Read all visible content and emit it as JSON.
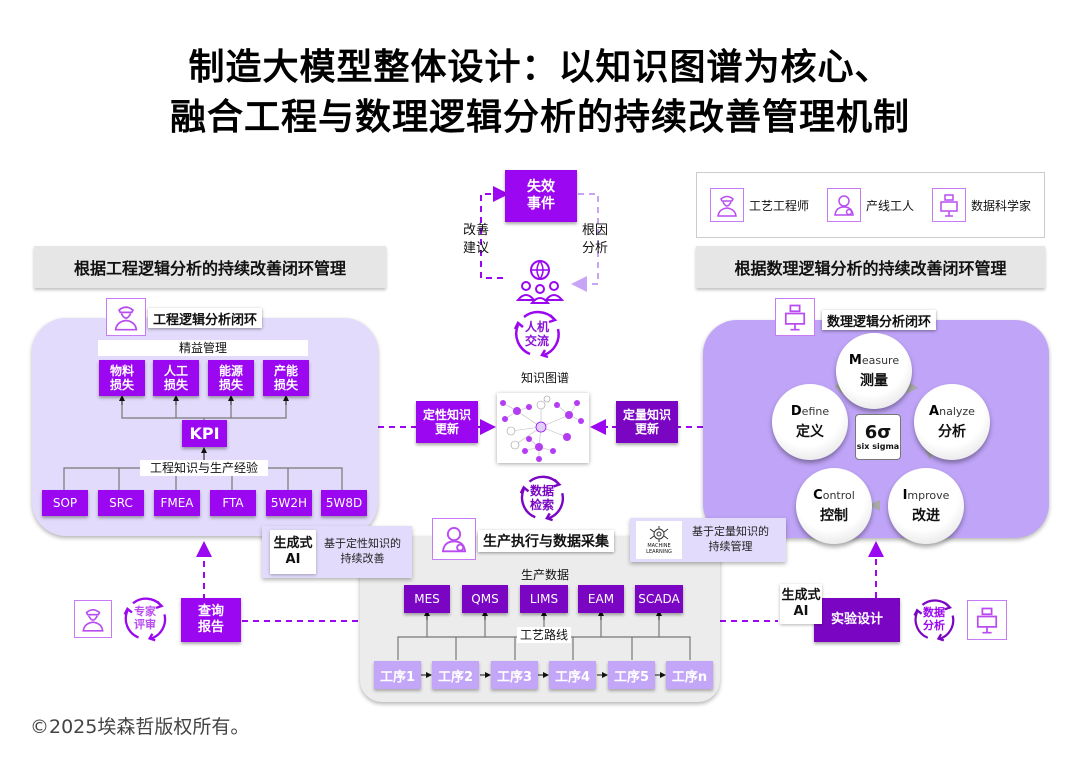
{
  "title": {
    "line1": "制造大模型整体设计：以知识图谱为核心、",
    "line2": "融合工程与数理逻辑分析的持续改善管理机制"
  },
  "legend": {
    "items": [
      {
        "icon": "engineer-icon",
        "label": "工艺工程师"
      },
      {
        "icon": "worker-icon",
        "label": "产线工人"
      },
      {
        "icon": "data-scientist-icon",
        "label": "数据科学家"
      }
    ]
  },
  "left_section": {
    "header": "根据工程逻辑分析的持续改善闭环管理",
    "loop_title": "工程逻辑分析闭环",
    "lean_label": "精益管理",
    "losses": [
      {
        "line1": "物料",
        "line2": "损失"
      },
      {
        "line1": "人工",
        "line2": "损失"
      },
      {
        "line1": "能源",
        "line2": "损失"
      },
      {
        "line1": "产能",
        "line2": "损失"
      }
    ],
    "kpi": "KPI",
    "knowledge_label": "工程知识与生产经验",
    "tools": [
      "SOP",
      "SRC",
      "FMEA",
      "FTA",
      "5W2H",
      "5W8D"
    ]
  },
  "right_section": {
    "header": "根据数理逻辑分析的持续改善闭环管理",
    "loop_title": "数理逻辑分析闭环",
    "dmaic": [
      {
        "letter": "M",
        "rest": "easure",
        "zh": "测量"
      },
      {
        "letter": "A",
        "rest": "nalyze",
        "zh": "分析"
      },
      {
        "letter": "I",
        "rest": "mprove",
        "zh": "改进"
      },
      {
        "letter": "C",
        "rest": "ontrol",
        "zh": "控制"
      },
      {
        "letter": "D",
        "rest": "efine",
        "zh": "定义"
      }
    ],
    "six_sigma_symbol": "6σ",
    "six_sigma_label": "six sigma"
  },
  "center": {
    "failure_event": {
      "line1": "失效",
      "line2": "事件"
    },
    "improve_suggestion": {
      "line1": "改善",
      "line2": "建议"
    },
    "root_cause": {
      "line1": "根因",
      "line2": "分析"
    },
    "human_machine": {
      "line1": "人机",
      "line2": "交流"
    },
    "kg_label": "知识图谱",
    "qualitative_update": {
      "line1": "定性知识",
      "line2": "更新"
    },
    "quantitative_update": {
      "line1": "定量知识",
      "line2": "更新"
    },
    "data_retrieval": {
      "line1": "数据",
      "line2": "检索"
    }
  },
  "bottom_section": {
    "title": "生产执行与数据采集",
    "data_label": "生产数据",
    "systems": [
      "MES",
      "QMS",
      "LIMS",
      "EAM",
      "SCADA"
    ],
    "route_label": "工艺路线",
    "steps": [
      "工序1",
      "工序2",
      "工序3",
      "工序4",
      "工序5",
      "工序n"
    ]
  },
  "gen_ai_left": {
    "tag": {
      "line1": "生成式",
      "line2": "AI"
    },
    "desc": {
      "line1": "基于定性知识的",
      "line2": "持续改善"
    }
  },
  "ml_right": {
    "icon_label1": "MACHINE",
    "icon_label2": "LEARNING",
    "desc": {
      "line1": "基于定量知识的",
      "line2": "持续管理"
    }
  },
  "bottom_left": {
    "expert_review": {
      "line1": "专家",
      "line2": "评审"
    },
    "query_report": {
      "line1": "查询",
      "line2": "报告"
    }
  },
  "bottom_right": {
    "gen_ai": {
      "line1": "生成式",
      "line2": "AI"
    },
    "experiment_design": "实验设计",
    "data_analysis": {
      "line1": "数据",
      "line2": "分析"
    }
  },
  "footer": {
    "copyright": "©2025埃森哲版权所有。"
  },
  "colors": {
    "purple": "#9a07f0",
    "dark_purple": "#7a06c4",
    "light_lavender": "#e3dbfb",
    "mid_lavender": "#bfa4f7",
    "step_lavender": "#c3a6f7",
    "header_gray": "#e6e6e6"
  }
}
